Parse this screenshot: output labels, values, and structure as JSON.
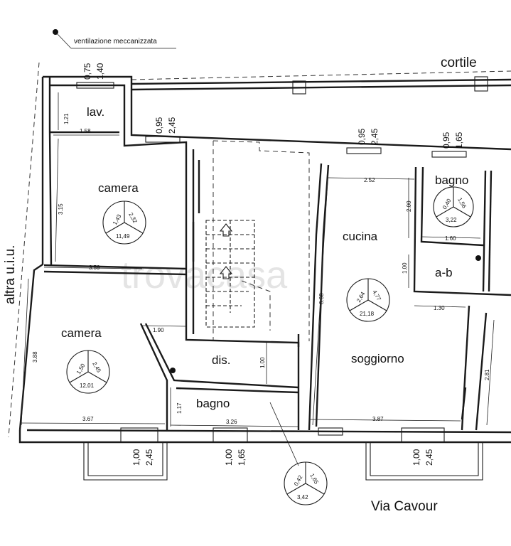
{
  "legend": {
    "label": "ventilazione meccanizzata"
  },
  "outside": {
    "courtyard": "cortile",
    "street": "Via Cavour",
    "neighbor": "altra u.i.u."
  },
  "watermark": "trovacasa",
  "rooms": {
    "lav": {
      "name": "lav.",
      "w": "1.58",
      "h": "1.21"
    },
    "camera1": {
      "name": "camera",
      "w": "3.59",
      "h": "3.15",
      "circle": {
        "a": "1,43",
        "b": "2,32",
        "c": "11,49"
      }
    },
    "camera2": {
      "name": "camera",
      "w": "3.67",
      "h": "3.88",
      "circle": {
        "a": "1,50",
        "b": "2,45",
        "c": "12,01"
      }
    },
    "dis": {
      "name": "dis.",
      "w": "1.90",
      "h": "1.00"
    },
    "bagno1": {
      "name": "bagno",
      "w": "3.26",
      "h": "1.17",
      "circle": {
        "a": "0,42",
        "b": "1,65",
        "c": "3,42"
      }
    },
    "cucina": {
      "name": "cucina",
      "w": "2.52",
      "h": "6.68",
      "circle": {
        "a": "2,64",
        "b": "4,77",
        "c": "21,18"
      }
    },
    "bagno2": {
      "name": "bagno",
      "w": "1.60",
      "h": "2.00",
      "circle": {
        "a": "0,40",
        "b": "1,56",
        "c": "3,22"
      }
    },
    "ab": {
      "name": "a-b",
      "w": "1.30",
      "h": "1.00"
    },
    "soggiorno": {
      "name": "soggiorno",
      "w": "3.87",
      "h": "2.81"
    }
  },
  "windows": {
    "top_lav": {
      "a": "0,75",
      "b": "1,40"
    },
    "top_mid": {
      "a": "0,95",
      "b": "2,45"
    },
    "top_cucina": {
      "a": "0,95",
      "b": "2,45"
    },
    "top_bagno": {
      "a": "0,95",
      "b": "1,65"
    },
    "bot_camera": {
      "a": "1,00",
      "b": "2,45"
    },
    "bot_bagno": {
      "a": "1,00",
      "b": "1,65"
    },
    "bot_sogg": {
      "a": "1,00",
      "b": "2,45"
    }
  }
}
